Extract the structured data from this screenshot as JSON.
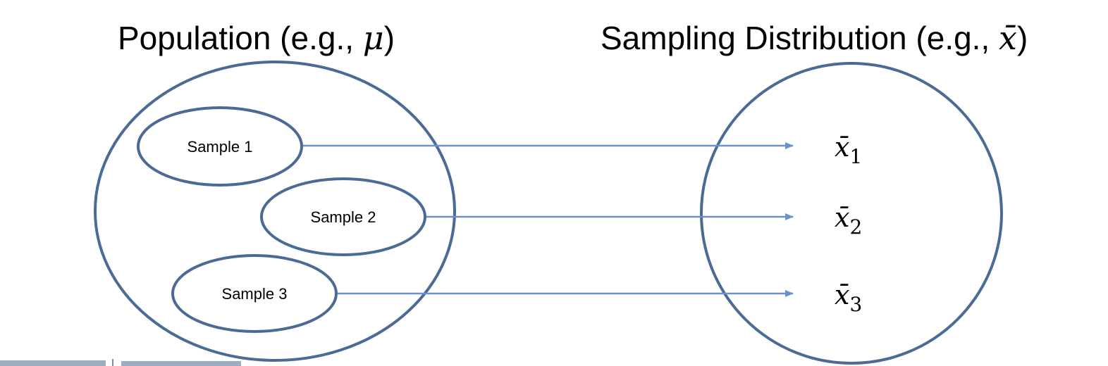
{
  "diagram": {
    "population": {
      "title_text": "Population (e.g., ",
      "title_symbol": "μ",
      "title_close": ")"
    },
    "sampling_distribution": {
      "title_text": "Sampling Distribution (e.g., ",
      "title_symbol": "x̄",
      "title_close": ")"
    },
    "samples": [
      {
        "label": "Sample 1",
        "statistic": "x̄",
        "subscript": "1"
      },
      {
        "label": "Sample 2",
        "statistic": "x̄",
        "subscript": "2"
      },
      {
        "label": "Sample 3",
        "statistic": "x̄",
        "subscript": "3"
      }
    ],
    "colors": {
      "outline": "#4a6b96",
      "arrow": "#6b93c6"
    }
  }
}
